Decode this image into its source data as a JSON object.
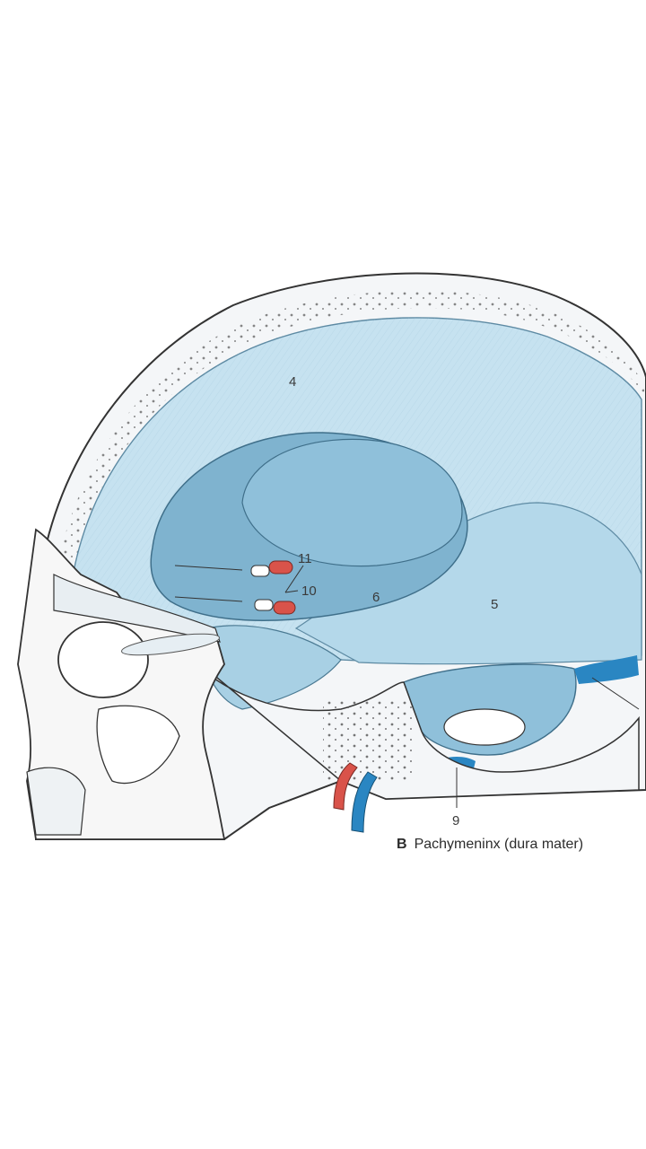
{
  "figure": {
    "panel_letter": "B",
    "caption": "Pachymeninx (dura mater)",
    "labels": {
      "l4": "4",
      "l5": "5",
      "l6": "6",
      "l9": "9",
      "l10": "10",
      "l11": "11"
    }
  },
  "colors": {
    "dura": "#bcdcec",
    "dura_dark": "#7fb3cf",
    "bone": "#f4f6f8",
    "artery": "#d9534a",
    "vein": "#2a86c2"
  }
}
